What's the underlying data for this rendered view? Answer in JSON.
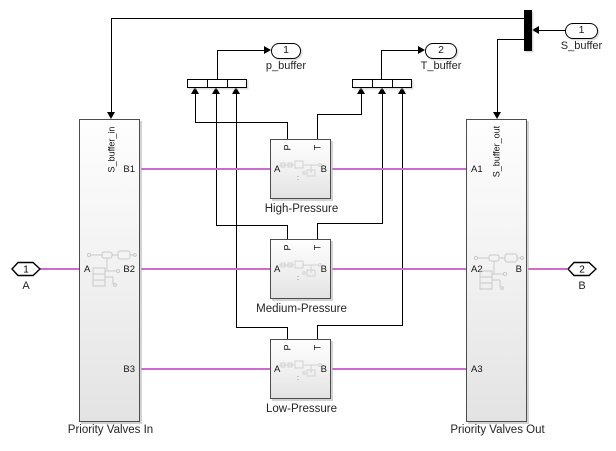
{
  "diagram": {
    "type": "simulink-model",
    "colors": {
      "physical_line": "#cf6bcf",
      "signal_line": "#000000",
      "block_border": "#4d4d4d",
      "background": "#ffffff"
    },
    "inports": {
      "A": {
        "number": "1",
        "label": "A"
      },
      "S_buffer": {
        "number": "1",
        "label": "S_buffer"
      }
    },
    "outports": {
      "B": {
        "number": "2",
        "label": "B"
      },
      "p_buffer": {
        "number": "1",
        "label": "p_buffer"
      },
      "T_buffer": {
        "number": "2",
        "label": "T_buffer"
      }
    },
    "blocks": {
      "priority_valves_in": {
        "title": "Priority Valves In",
        "ports": {
          "top": "S_buffer_in",
          "left": "A",
          "right1": "B1",
          "right2": "B2",
          "right3": "B3"
        }
      },
      "priority_valves_out": {
        "title": "Priority Valves Out",
        "ports": {
          "top": "S_buffer_out",
          "left1": "A1",
          "left2": "A2",
          "left3": "A3",
          "right": "B"
        }
      },
      "high_pressure": {
        "title": "High-Pressure",
        "ports": {
          "top1": "P",
          "top2": "T",
          "left": "A",
          "right": "B"
        }
      },
      "medium_pressure": {
        "title": "Medium-Pressure",
        "ports": {
          "top1": "P",
          "top2": "T",
          "left": "A",
          "right": "B"
        }
      },
      "low_pressure": {
        "title": "Low-Pressure",
        "ports": {
          "top1": "P",
          "top2": "T",
          "left": "A",
          "right": "B"
        }
      }
    }
  }
}
